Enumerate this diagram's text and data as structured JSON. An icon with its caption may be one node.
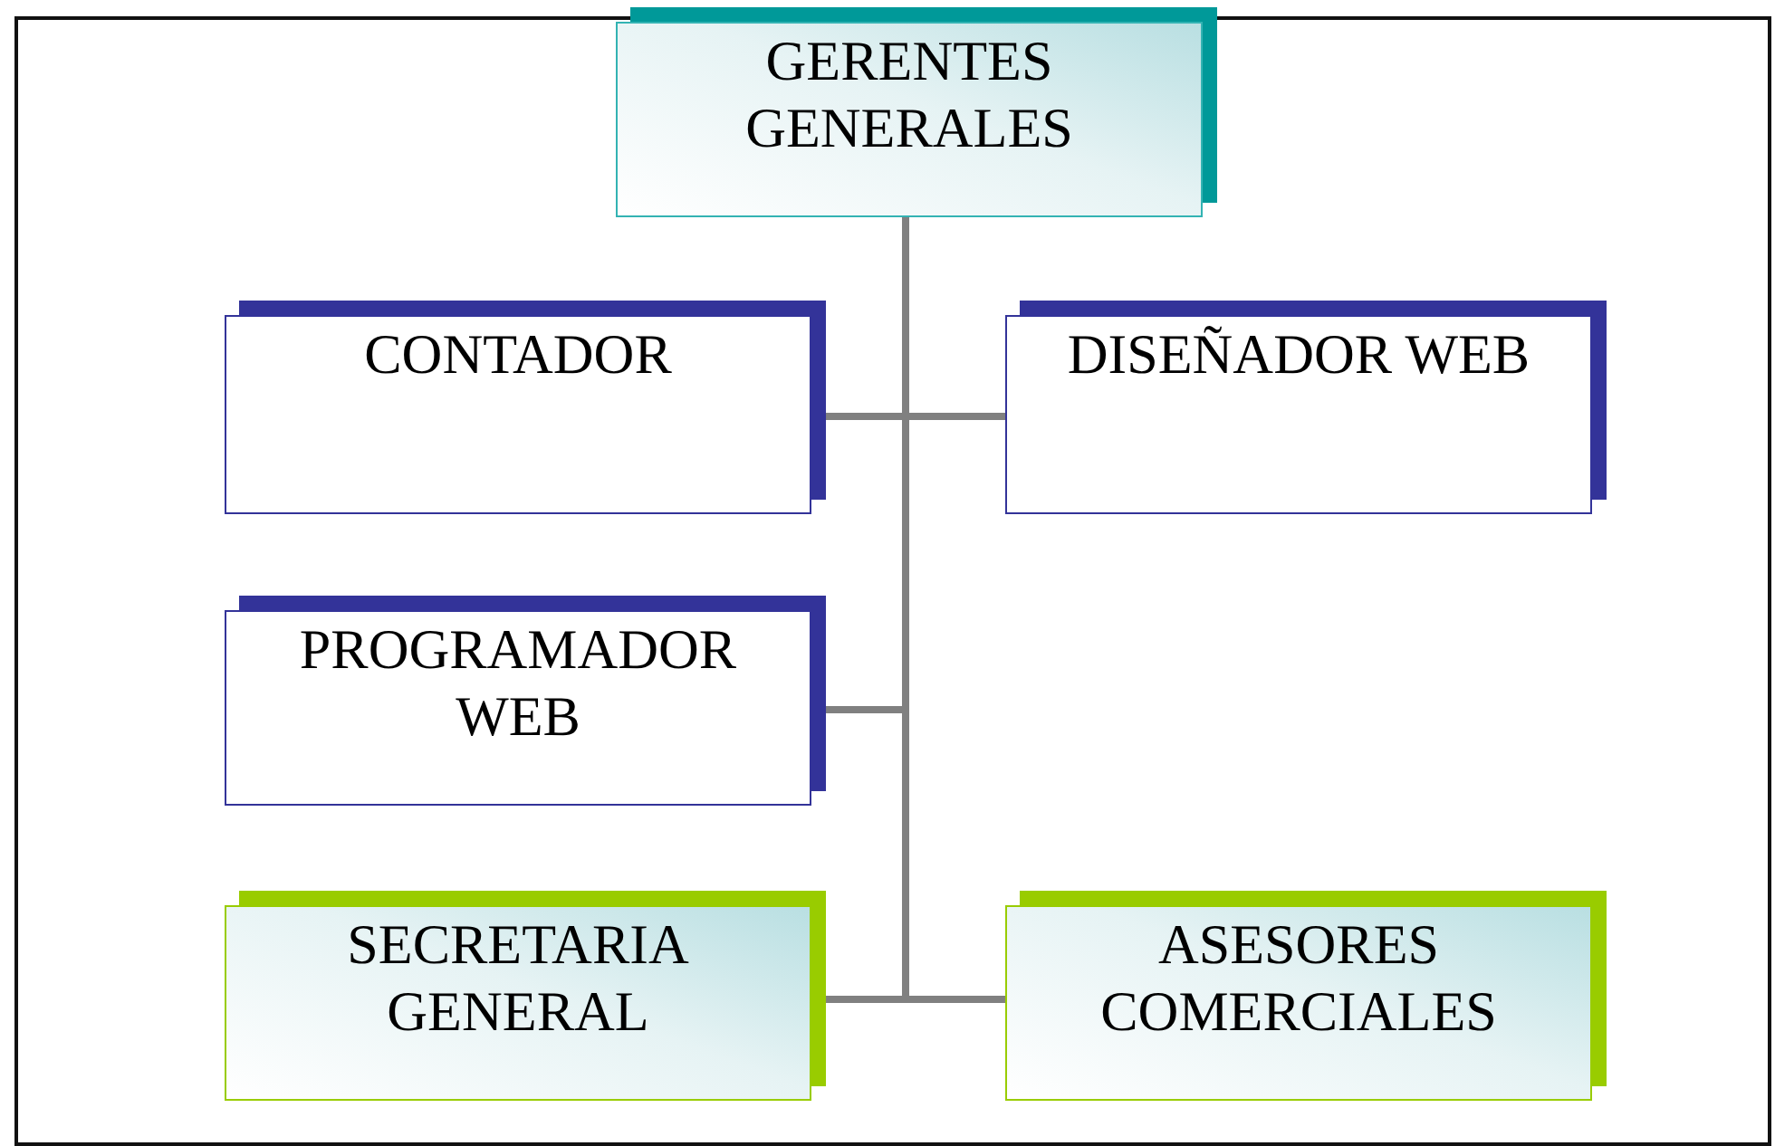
{
  "diagram": {
    "nodes": [
      {
        "text": [
          "GERENTES GENERALES"
        ]
      },
      {
        "text": [
          "CONTADOR"
        ]
      },
      {
        "text": [
          "DISEÑADOR WEB"
        ]
      },
      {
        "text": [
          "PROGRAMADOR WEB"
        ]
      },
      {
        "text": [
          "SECRETARIA GENERAL"
        ]
      },
      {
        "text": [
          "ASESORES COMERCIALES"
        ]
      }
    ],
    "edges": [
      {
        "from": 0,
        "to": 1,
        "arrow": "none"
      },
      {
        "from": 0,
        "to": 2,
        "arrow": "none"
      },
      {
        "from": 0,
        "to": 3,
        "arrow": "none"
      },
      {
        "from": 0,
        "to": 4,
        "arrow": "none"
      },
      {
        "from": 0,
        "to": 5,
        "arrow": "none"
      }
    ]
  }
}
